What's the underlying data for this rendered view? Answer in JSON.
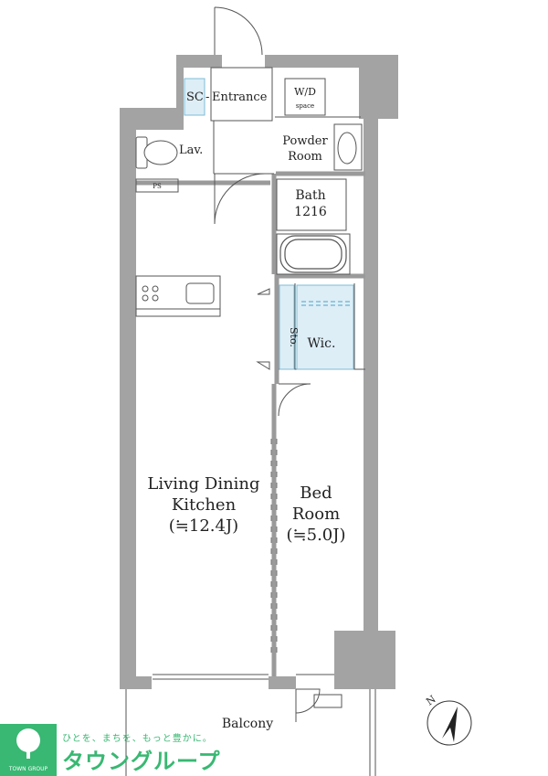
{
  "rooms": {
    "sc": "SC",
    "entrance": "Entrance",
    "wd": "W/D",
    "wd_sub": "space",
    "powder_line1": "Powder",
    "powder_line2": "Room",
    "lav": "Lav.",
    "ps": "PS",
    "bath_line1": "Bath",
    "bath_line2": "1216",
    "sto": "Sto.",
    "wic": "Wic.",
    "ldk_line1": "Living Dining",
    "ldk_line2": "Kitchen",
    "ldk_size": "(≒12.4J)",
    "bed_line1": "Bed",
    "bed_line2": "Room",
    "bed_size": "(≒5.0J)",
    "balcony": "Balcony"
  },
  "compass": {
    "north_label": "N"
  },
  "logo": {
    "tagline": "ひとを、まちを、もっと豊かに。",
    "name": "タウングループ",
    "small": "TOWN GROUP"
  },
  "colors": {
    "wall": "#a3a3a3",
    "closet_fill": "#ddeef7",
    "closet_border": "#7fbcd6",
    "logo_green": "#38b872"
  }
}
